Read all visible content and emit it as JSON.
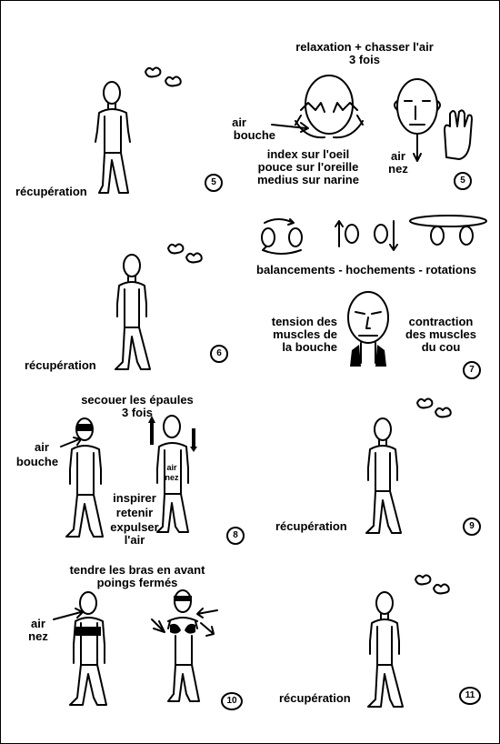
{
  "p1": {
    "recuperation_label": "récupération",
    "step": "5"
  },
  "p2": {
    "title_line1": "relaxation + chasser l'air",
    "title_line2": "3 fois",
    "air_bouche_line1": "air",
    "air_bouche_line2": "bouche",
    "instr_line1": "index sur l'oeil",
    "instr_line2": "pouce sur l'oreille",
    "instr_line3": "medius sur narine",
    "air_nez_line1": "air",
    "air_nez_line2": "nez",
    "step": "5"
  },
  "p3": {
    "caption": "balancements - hochements - rotations"
  },
  "p4": {
    "recuperation_label": "récupération",
    "step": "6"
  },
  "p5": {
    "left_line1": "tension des",
    "left_line2": "muscles de",
    "left_line3": "la bouche",
    "right_line1": "contraction",
    "right_line2": "des muscles",
    "right_line3": "du cou",
    "step": "7"
  },
  "p6": {
    "title_line1": "secouer les épaules",
    "title_line2": "3 fois",
    "air_bouche_line1": "air",
    "air_bouche_line2": "bouche",
    "chest_line1": "air",
    "chest_line2": "nez",
    "instr_line1": "inspirer",
    "instr_line2": "retenir",
    "instr_line3": "expulser",
    "instr_line4": "l'air",
    "step": "8"
  },
  "p7": {
    "recuperation_label": "récupération",
    "step": "9"
  },
  "p8": {
    "title_line1": "tendre les bras en avant",
    "title_line2": "poings fermés",
    "air_nez_line1": "air",
    "air_nez_line2": "nez",
    "step": "10"
  },
  "p9": {
    "recuperation_label": "récupération",
    "step": "11"
  }
}
